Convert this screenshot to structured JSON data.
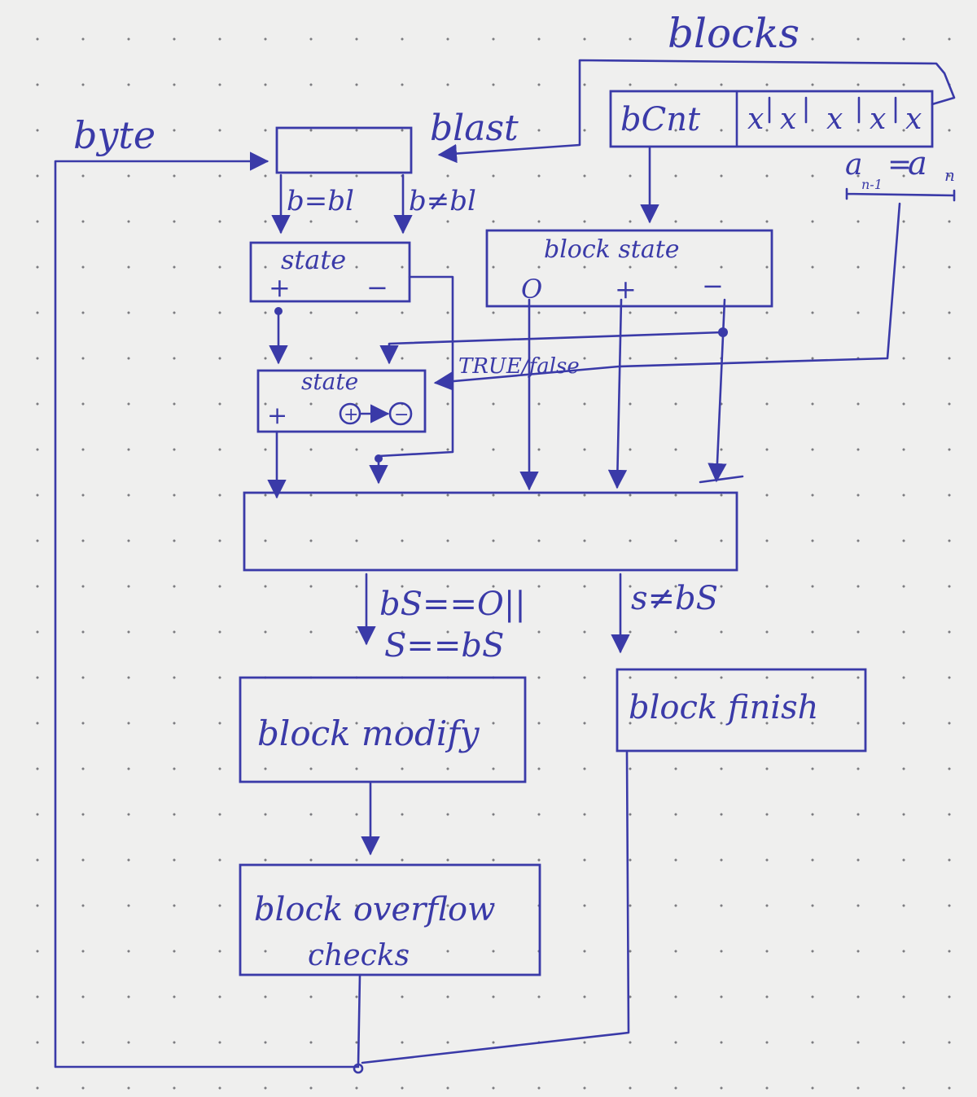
{
  "diagram": {
    "ink_color": "#3a3aa8",
    "paper_color": "#efefee",
    "labels": {
      "blocks": "blocks",
      "byte": "byte",
      "blast": "blast",
      "bcnt": "bCnt",
      "x_cells": [
        "x",
        "x",
        "x",
        "x",
        "x"
      ],
      "an_condition_left": "a",
      "an_sub_left": "n-1",
      "an_eq": "=",
      "an_condition_right": "a",
      "an_sub_right": "n",
      "b_eq_bl": "b=bl",
      "b_neq_bl": "b≠bl",
      "state1": "state",
      "state1_plus": "+",
      "state1_minus": "−",
      "block_state": "block state",
      "bs_zero": "O",
      "bs_plus": "+",
      "bs_minus": "−",
      "true_false": "TRUE/false",
      "state2": "state",
      "state2_plus": "+",
      "state2_transition_from": "+",
      "state2_transition_to": "−",
      "cond_left_1": "bS==O||",
      "cond_left_2": "S==bS",
      "cond_right": "s≠bS",
      "block_modify": "block modify",
      "block_finish": "block finish",
      "overflow_1": "block overflow",
      "overflow_2": "checks"
    }
  }
}
